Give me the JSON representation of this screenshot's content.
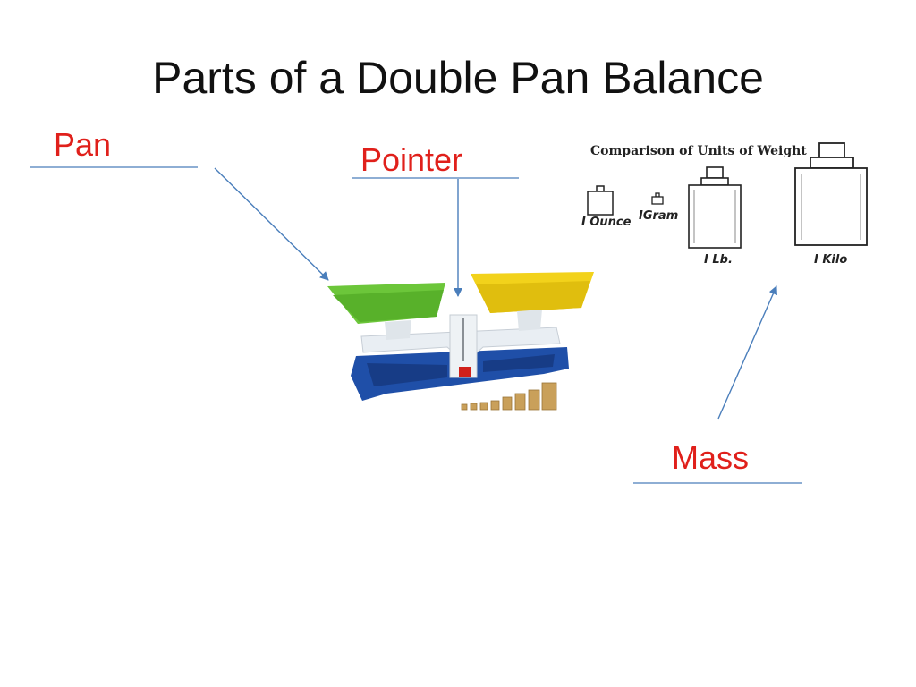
{
  "slide": {
    "title": "Parts of a Double Pan Balance"
  },
  "labels": {
    "pan": "Pan",
    "pointer": "Pointer",
    "mass": "Mass"
  },
  "weights_chart": {
    "title": "Comparison of Units of Weight",
    "units": {
      "ounce": "I Ounce",
      "gram": "IGram",
      "pound": "I Lb.",
      "kilo": "I Kilo"
    }
  },
  "colors": {
    "label_text": "#e0201b",
    "title_text": "#111111",
    "underline": "#4a7ebb",
    "arrow": "#4a7ebb",
    "pan_left": "#6cc63a",
    "pan_right": "#f2d21b",
    "beam": "#e9eef3",
    "base": "#1f4fa8",
    "weights": "#c9a05a"
  },
  "icons": {
    "balance": "double-pan-balance-illustration",
    "weights": "weights-comparison-illustration"
  }
}
